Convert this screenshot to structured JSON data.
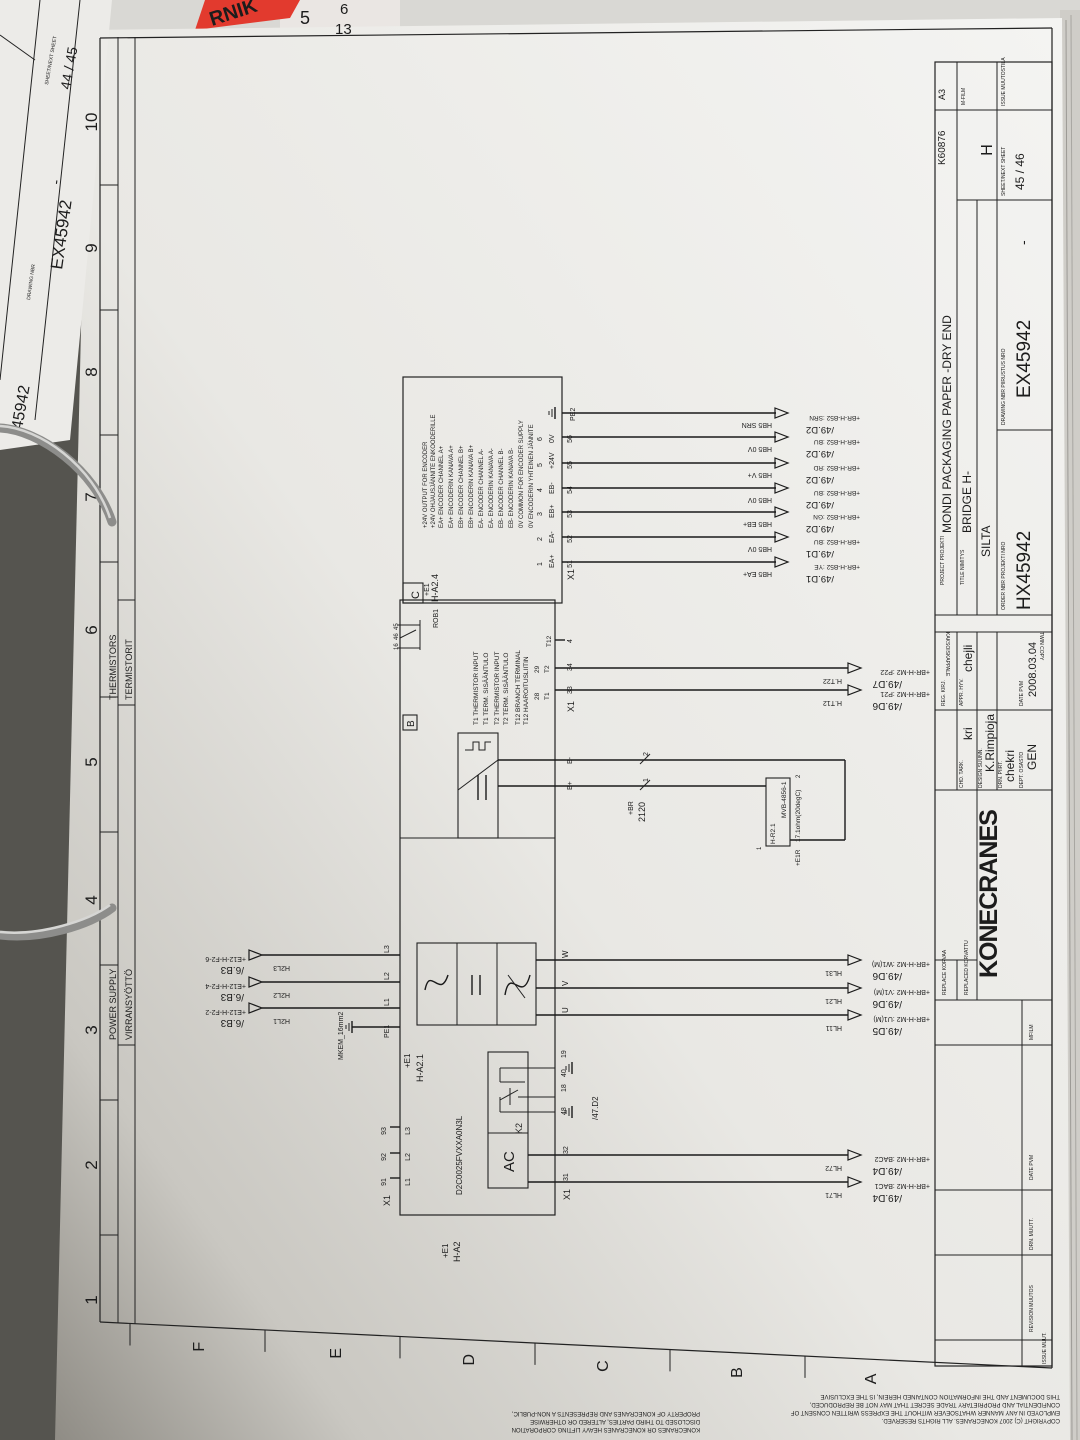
{
  "background": {
    "calendar_text": "RNIK",
    "calendar_numbers": [
      "5",
      "6",
      "13"
    ],
    "previous_sheet": {
      "drawing_nbr": "EX45942",
      "dash": "-",
      "sheet": "44 / 45",
      "partial_nbr": "45942",
      "sheet_label": "SHEET/NEXT SHEET",
      "drawing_label": "DRAWING NBR"
    }
  },
  "column_numbers": [
    "1",
    "2",
    "3",
    "4",
    "5",
    "6",
    "7",
    "8",
    "9",
    "10"
  ],
  "zone_letters": [
    "F",
    "E",
    "D",
    "C",
    "B",
    "A"
  ],
  "header": {
    "power_supply": "POWER SUPPLY",
    "power_supply_fi": "VIRRANSYÖTTÖ",
    "thermistors": "THERMISTORS",
    "thermistors_fi": "TERMISTORIT"
  },
  "schematic": {
    "inverter": {
      "outer_ref": "+E1",
      "outer_id": "H-A2",
      "sub_ref": "+E1",
      "sub_id": "H-A2.1",
      "model": "D2C0025FVXXA0N3L",
      "terminal_block": "X1",
      "input_terms": [
        "91",
        "92",
        "93"
      ],
      "input_phases": [
        "L1",
        "L2",
        "L3"
      ],
      "line_phases": [
        "L1",
        "L2",
        "L3"
      ],
      "pe": "PE1",
      "cable": "MKEM_16mm2",
      "outputs": [
        "U",
        "V",
        "W"
      ],
      "relay": "K2",
      "relay_supply": "AC",
      "relay_terms": [
        "48",
        "18",
        "40",
        "19"
      ],
      "relay_ref": "/47.D2",
      "ac_block": "X1",
      "ac_terms": [
        "31",
        "32"
      ]
    },
    "supply_lines": [
      {
        "wire": "H2L1",
        "target": "+E12-H-F2-2",
        "ref": "/6.B3"
      },
      {
        "wire": "H2L2",
        "target": "+E12-H-F2-4",
        "ref": "/6.B3"
      },
      {
        "wire": "H2L3",
        "target": "+E12-H-F2-6",
        "ref": "/6.B3"
      }
    ],
    "motor_lines": [
      {
        "wire": "HL11",
        "target": "+BR-H-M2 :U1(M)",
        "ref": "/49.D5"
      },
      {
        "wire": "HL21",
        "target": "+BR-H-M2 :V1(M)",
        "ref": "/49.D6"
      },
      {
        "wire": "HL31",
        "target": "+BR-H-M2 :W1(M)",
        "ref": "/49.D6"
      }
    ],
    "brake_lines": [
      {
        "wire": "HL71",
        "target": "+BR-H-M2 :BAC1",
        "ref": "/49.D4"
      },
      {
        "wire": "HL72",
        "target": "+BR-H-M2 :BAC2",
        "ref": "/49.D4"
      }
    ],
    "option_b": {
      "label": "B",
      "relay_terms": [
        "16",
        "46",
        "45"
      ],
      "relay": "ROB1",
      "description": [
        "T1  THERMISTOR INPUT",
        "T1  TERM. SISÄÄNTULO",
        "T2  THERMISTOR INPUT",
        "T2  TERM. SISÄÄNTULO",
        "T12  BRANCH TERMINAL",
        "T12  HAAROITUSLIITIN"
      ],
      "term_nums": [
        "28",
        "29"
      ],
      "term_names": [
        "T1",
        "T2",
        "T12"
      ],
      "terminal_block": "X1",
      "x1_terms": [
        "33",
        "34",
        "4"
      ],
      "brake_terms": [
        "B+",
        "B-"
      ]
    },
    "thermistor_lines": [
      {
        "wire": "H.T12",
        "target": "+BR-H-M2 :P21",
        "ref": "/49.D6"
      },
      {
        "wire": "H.T22",
        "target": "+BR-H-M2 :P22",
        "ref": "/49.D7"
      }
    ],
    "brake_resistor": {
      "cable_ref": "+BR",
      "cable_id": "2120",
      "wire_nums": [
        "1",
        "2"
      ],
      "id": "H-R2.1",
      "type": "MVB-4856-1",
      "spec": "17.1ohm(20degC)",
      "location": "+E1R",
      "terms": [
        "1",
        "2"
      ]
    },
    "encoder": {
      "label": "C",
      "ref": "+E1",
      "id": "H-A2.4",
      "description": [
        "+24V  OUTPUT FOR ENCODER",
        "+24V  OHJAUSJÄNNITE ENKOODERILLE",
        "EA+  ENCODER CHANNEL  A+",
        "EA+  ENCODERIN KANAVA  A+",
        "EB+  ENCODER CHANNEL  B+",
        "EB+  ENCODERIN KANAVA  B+",
        "EA-  ENCODER CHANNEL  A-",
        "EA-  ENCODERIN KANAVA  A-",
        "EB-  ENCODER CHANNEL  B-",
        "EB-  ENCODERIN KANAVA  B-",
        "0V  COMMON FOR ENCODER SUPPLY",
        "0V  ENCODERIN YHTEINEN JÄNNITE"
      ],
      "nums": [
        "1",
        "2",
        "3",
        "4",
        "5",
        "6"
      ],
      "signals": [
        "EA+",
        "EA-",
        "EB+",
        "EB-",
        "+24V",
        "0V"
      ],
      "terminal_block": "X1",
      "terms": [
        "51",
        "52",
        "53",
        "54",
        "55",
        "56"
      ],
      "pe": "PE2"
    },
    "encoder_lines": [
      {
        "wire": "HB5 EA+",
        "target": "+BR-H-B52 :YE",
        "ref": "/49.D1"
      },
      {
        "wire": "HB5 0V",
        "target": "+BR-H-B52 :BU",
        "ref": "/49.D1"
      },
      {
        "wire": "HB5 EB+",
        "target": "+BR-H-B52 :GN",
        "ref": "/49.D2"
      },
      {
        "wire": "HB5 0V",
        "target": "+BR-H-B52 :BU",
        "ref": "/49.D2"
      },
      {
        "wire": "HB5 V+",
        "target": "+BR-H-B52 :RD",
        "ref": "/49.D2"
      },
      {
        "wire": "HB5 0V",
        "target": "+BR-H-B52 :BU",
        "ref": "/49.D2"
      },
      {
        "wire": "HB5 SRN",
        "target": "+BR-H-B52 :SRN",
        "ref": "/49.D2"
      }
    ]
  },
  "title_block": {
    "project_label": "PROJECT PROJEKTI",
    "project": "MONDI PACKAGING PAPER -DRY END",
    "title_label": "TITLE NIMITYS",
    "title_1": "BRIDGE H-",
    "title_2": "SILTA",
    "order_label": "ORDER NBR PROJEKTI NRO",
    "order_nbr": "HX45942",
    "drawing_label": "DRAWING NBR PIIRUSTUS NRO",
    "drawing_nbr": "EX45942",
    "drawing_suffix": "-",
    "sheet_label": "SHEET/NEXT SHEET",
    "sheet": "45 / 46",
    "issue_label": "ISSUE MUUTOSTILA",
    "issue": "H",
    "code": "K60876",
    "format": "A3",
    "mfilm_label": "M-FILM",
    "twin_copy_fi": "KAKSOISKAPPALE",
    "twin_copy": "TWIN COPY",
    "reg_label": "REG. KIRJ.",
    "appr_label": "APPR. HYV.",
    "appr": "chejli",
    "chd_label": "CHD. TARK.",
    "chd": "kri",
    "design_label": "DESIGN SUUNN.",
    "design": "K.Rimpioja",
    "drn_label": "DRN. PIIRT.",
    "drn": "chekri",
    "dept_label": "DEPT. OSASTO",
    "dept": "GEN",
    "date_label": "DATE PVM",
    "date": "2008.03.04",
    "company": "KONECRANES",
    "replace_label": "REPLACE KORVAA",
    "replaced_label": "REPLACED KORVATTU",
    "rev_mfilm": "MFILM",
    "rev_date": "DATE PVM",
    "rev_drn": "DRN. MUUTT.",
    "rev_revision": "REVISION MUUTOS",
    "rev_issue": "ISSUE MUUT."
  },
  "copyright": {
    "block_a": [
      "THIS DOCUMENT AND THE INFORMATION CONTAINED HEREIN, IS THE EXCLUSIVE",
      "CONFIDENTIAL AND PROPRIETARY TRADE SECRET THAT MAY NOT BE REPRODUCED,",
      "EMPLOYED IN ANY MANNER WHATSOEVER WITHOUT THE EXPRESS WRITTEN CONSENT OF",
      "COPYRIGHT (C) 2007 KONECRANES. ALL RIGHTS RESERVED."
    ],
    "block_b": [
      "PROPERTY OF KONECRANES          AND REPRESENTS A NON-PUBLIC,",
      "DISCLOSED TO THIRD PARTIES, ALTERED OR OTHERWISE",
      "KONECRANES OR   KONECRANES HEAVY LIFTING CORPORATION"
    ]
  }
}
